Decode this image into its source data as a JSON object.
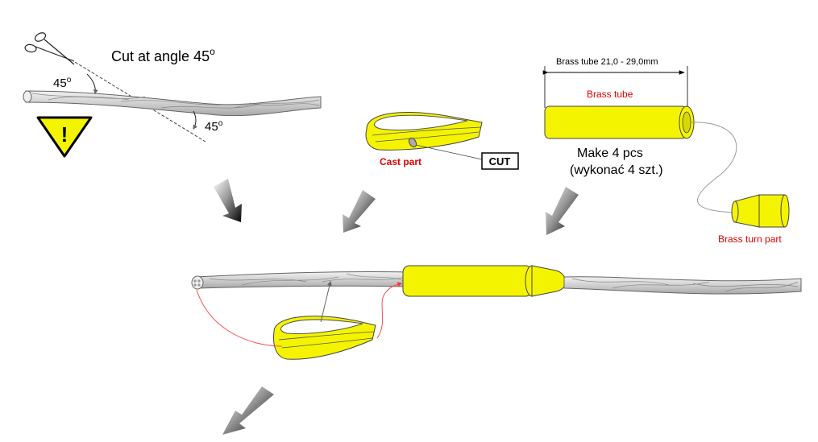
{
  "step1": {
    "title": "Cut at angle 45",
    "title_sup": "o",
    "angle_top": "45",
    "angle_top_sup": "o",
    "angle_bottom": "45",
    "angle_bottom_sup": "o",
    "warning_symbol": "!",
    "icons": [
      "scissors-icon",
      "warning-icon"
    ]
  },
  "step2": {
    "cast_label": "Cast part",
    "cut_label": "CUT"
  },
  "step3": {
    "dimension_label": "Brass tube 21,0 - 29,0mm",
    "tube_label": "Brass tube",
    "make_line1": "Make 4 pcs",
    "make_line2": "(wykonać 4 szt.)",
    "turn_part_label": "Brass turn part"
  },
  "colors": {
    "yellow": "#f4f400",
    "red_label": "#e00000",
    "red_line": "#ff4d4d",
    "wire": "#d9d9d9",
    "outline": "#333333"
  }
}
